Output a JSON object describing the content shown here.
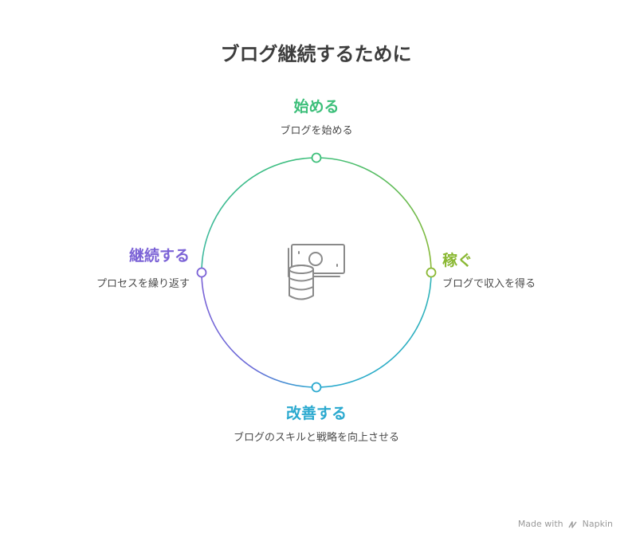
{
  "title": "ブログ継続するために",
  "stages": {
    "top": {
      "title": "始める",
      "desc": "ブログを始める",
      "color": "#3dbf7a"
    },
    "right": {
      "title": "稼ぐ",
      "desc": "ブログで収入を得る",
      "color": "#8ab833"
    },
    "bottom": {
      "title": "改善する",
      "desc": "ブログのスキルと戦略を向上させる",
      "color": "#2aa9cf"
    },
    "left": {
      "title": "継続する",
      "desc": "プロセスを繰り返す",
      "color": "#7b62d6"
    }
  },
  "center_icon": "money-and-coins-icon",
  "watermark": {
    "made_with": "Made with",
    "brand": "Napkin"
  }
}
